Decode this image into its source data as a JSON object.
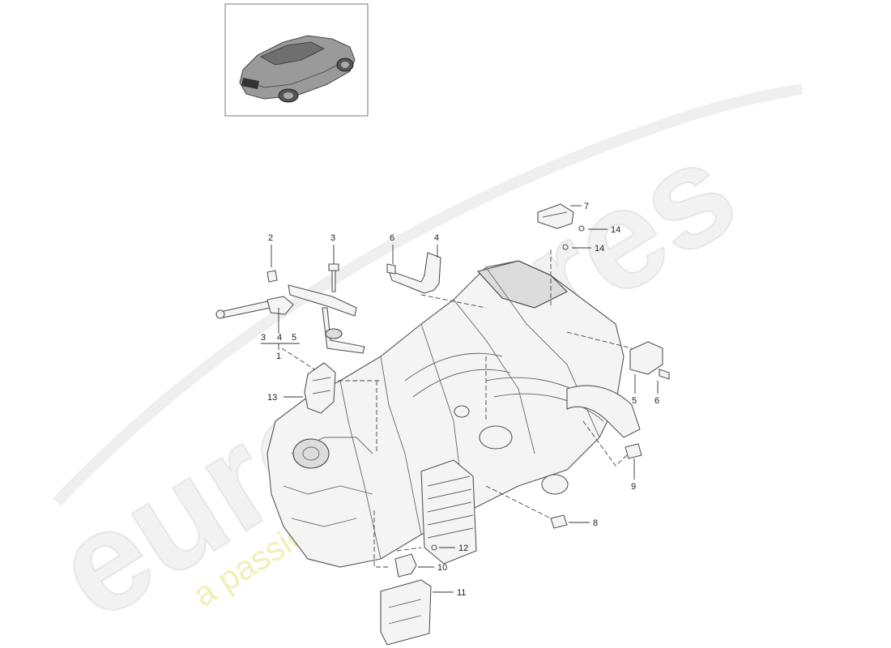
{
  "watermark": {
    "brand": "eurospares",
    "slogan": "a passion for parts since 1985"
  },
  "thumbnail": {
    "icon": "car-thumbnail-icon"
  },
  "callouts": {
    "c1": "1",
    "c2": "2",
    "c3a": "3",
    "c3b": "3",
    "c4a": "4",
    "c4b": "4",
    "c5a": "5",
    "c5b": "5",
    "c6a": "6",
    "c6b": "6",
    "c7": "7",
    "c8": "8",
    "c9": "9",
    "c10": "10",
    "c11": "11",
    "c12": "12",
    "c13": "13",
    "c14a": "14",
    "c14b": "14"
  }
}
